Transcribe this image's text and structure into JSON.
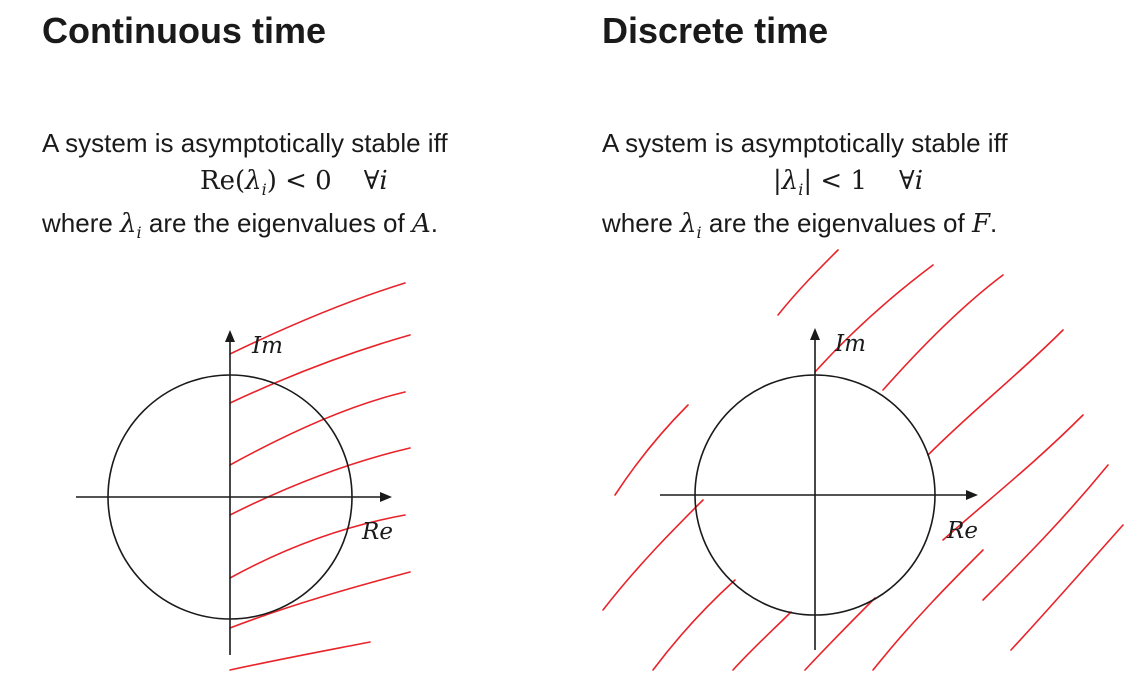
{
  "left": {
    "title": "Continuous time",
    "line1": "A system is asymptotically stable iff",
    "formula_head": "Re(",
    "formula_lambda": "λ",
    "formula_sub": "i",
    "formula_tail": ") < 0",
    "formula_forall": "∀",
    "formula_var": "i",
    "where_text": "where ",
    "where_lambda": "λ",
    "where_sub": "i",
    "where_mid": " are the eigenvalues of ",
    "matrix": "A",
    "period": ".",
    "im_label": "Im",
    "re_label": "Re"
  },
  "right": {
    "title": "Discrete time",
    "line1": "A system is asymptotically stable iff",
    "formula_bar_open": "|",
    "formula_lambda": "λ",
    "formula_sub": "i",
    "formula_bar_close": "|",
    "formula_tail": " < 1",
    "formula_forall": "∀",
    "formula_var": "i",
    "where_text": "where ",
    "where_lambda": "λ",
    "where_sub": "i",
    "where_mid": " are the eigenvalues of ",
    "matrix": "F",
    "period": ".",
    "im_label": "Im",
    "re_label": "Re"
  },
  "colors": {
    "ink": "#1a1a1a",
    "hatch": "#e8232a"
  }
}
